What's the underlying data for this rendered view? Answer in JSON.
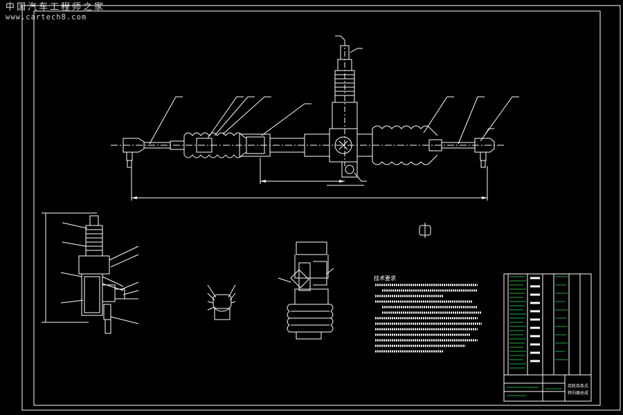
{
  "watermark": {
    "title": "中国汽车工程师之家",
    "url": "www.cartech8.com"
  },
  "tech_requirements": {
    "title": "技术要求"
  },
  "title_block": {
    "name_line1": "齿轮齿条式",
    "name_line2": "转向器总成"
  },
  "colors": {
    "background": "#000000",
    "lines": "#ffffff",
    "table": "#1fae3a"
  }
}
